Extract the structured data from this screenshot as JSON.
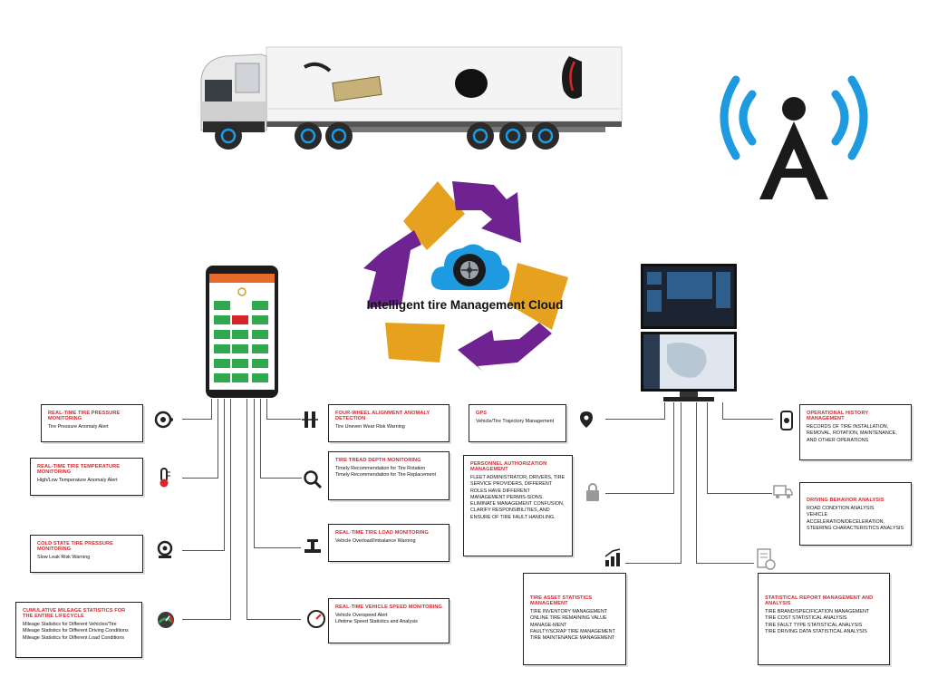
{
  "center": {
    "title": "Intelligent tire Management Cloud"
  },
  "colors": {
    "accent_red": "#d6262b",
    "arrow_purple": "#6f2391",
    "arrow_gold": "#e6a21e",
    "signal_blue": "#1e9be0",
    "box_border": "#222222"
  },
  "boxes": {
    "tpms": {
      "title": "REAL-TIME TIRE PRESSURE MONITORING",
      "desc": "Tire Pressure Anomaly Alert"
    },
    "temp": {
      "title": "REAL-TIME TIRE TEMPERATURE MONITORING",
      "desc": "High/Low Temperature Anomaly Alert"
    },
    "cold": {
      "title": "COLD STATE TIRE PRESSURE MONITORING",
      "desc": "Slow Leak Risk Warning"
    },
    "mileage": {
      "title": "CUMULATIVE MILEAGE STATISTICS FOR THE ENTIRE LIFECYCLE",
      "desc1": "Mileage Statistics for Different Vehicles/Tire",
      "desc2": "Mileage Statistics for Different Driving Conditions",
      "desc3": "Mileage Statistics for Different Load Conditions"
    },
    "align": {
      "title": "FOUR-WHEEL ALIGNMENT ANOMALY DETECTION",
      "desc": "Tire Uneven Wear Risk Warning"
    },
    "tread": {
      "title": "TIRE TREAD DEPTH MONITORING",
      "desc1": "Timely Recommendation for Tire Rotation",
      "desc2": "Timely Recommendation for Tire Replacement"
    },
    "load": {
      "title": "REAL-TIME TIRE LOAD MONITORING",
      "desc": "Vehicle Overload/Imbalance Warning"
    },
    "speed": {
      "title": "REAL-TIME VEHICLE SPEED MONITORING",
      "desc1": "Vehicle Overspeed Alert",
      "desc2": "Lifetime Speed Statistics and Analysis"
    },
    "gps": {
      "title": "GPS",
      "desc": "Vehicle/Tire Trajectory Management"
    },
    "auth": {
      "title": "PERSONNEL AUTHORIZATION MANAGEMENT",
      "desc1": "FLEET ADMINISTRATOR, DRIVERS, TIRE SERVICE PROVIDERS, DIFFERENT ROLES HAVE DIFFERENT MANAGEMENT PERMIS-SIONS.",
      "desc2": "ELIMINATE MANAGEMENT CONFUSION, CLARIFY RESPONSIBILITIES, AND ENSURE OF TIRE FAULT HANDLING."
    },
    "asset": {
      "title": "TIRE ASSET STATISTICS MANAGEMENT",
      "desc1": "TIRE INVENTORY MANAGEMENT",
      "desc2": "ONLINE TIRE REMAINING VALUE MANAGE-MENT",
      "desc3": "FAULTY/SCRAP TIRE MANAGEMENT",
      "desc4": "TIRE MAINTENANCE MANAGEMENT"
    },
    "history": {
      "title": "OPERATIONAL HISTORY MANAGEMENT",
      "desc": "RECORDS OF TIRE INSTALLATION, REMOVAL, ROTATION, MAINTENANCE, AND OTHER OPERATIONS"
    },
    "driving": {
      "title": "DRIVING BEHAVIOR ANALYSIS",
      "desc1": "ROAD CONDITION ANALYSIS",
      "desc2": "VEHICLE ACCELERATION/DECELERATION,",
      "desc3": "STEERING CHARACTERISTICS ANALYSIS"
    },
    "report": {
      "title": "STATISTICAL REPORT MANAGEMENT AND ANALYSIS",
      "desc1": "TIRE BRAND/SPECIFICATION MANAGEMENT",
      "desc2": "TIRE COST STATISTICAL ANALYSIS",
      "desc3": "TIRE FAULT TYPE STATISTICAL ANALYSIS",
      "desc4": "TIRE DRIVING DATA STATISTICAL ANALYSIS"
    }
  }
}
